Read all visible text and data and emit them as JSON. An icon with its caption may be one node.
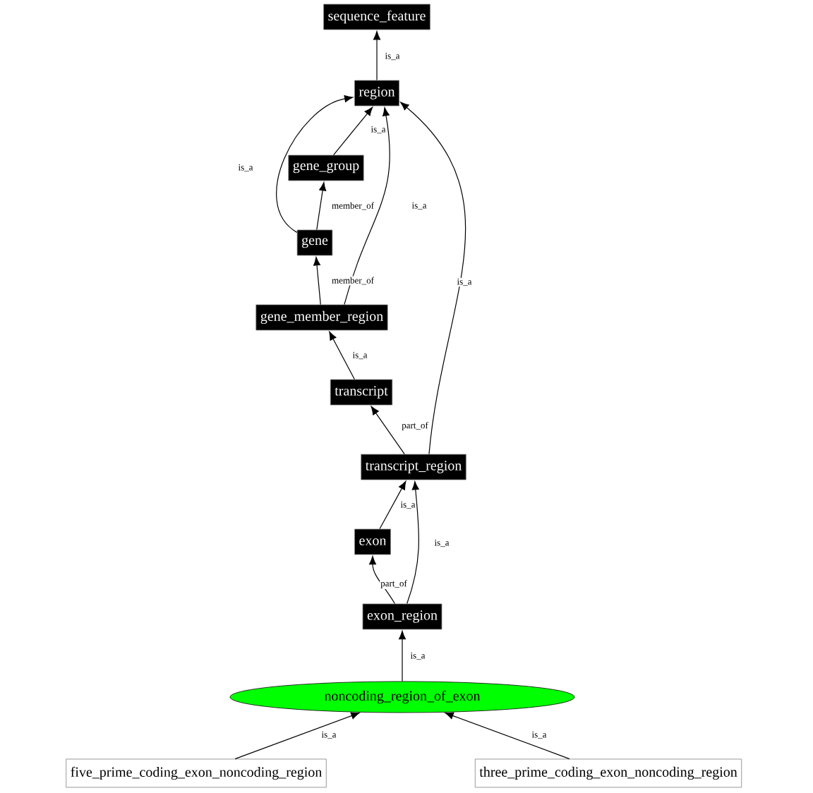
{
  "diagram": {
    "nodes": [
      {
        "text": [
          "sequence_feature"
        ]
      },
      {
        "text": [
          "region"
        ]
      },
      {
        "text": [
          "gene_group"
        ]
      },
      {
        "text": [
          "gene"
        ]
      },
      {
        "text": [
          "gene_member_region"
        ]
      },
      {
        "text": [
          "transcript"
        ]
      },
      {
        "text": [
          "transcript_region"
        ]
      },
      {
        "text": [
          "exon"
        ]
      },
      {
        "text": [
          "exon_region"
        ]
      },
      {
        "text": [
          "noncoding_region_of_exon"
        ]
      },
      {
        "text": [
          "five_prime_coding_exon_noncoding_region"
        ]
      },
      {
        "text": [
          "three_prime_coding_exon_noncoding_region"
        ]
      }
    ],
    "edges": [
      {
        "from": 1,
        "to": 0,
        "arrow": "to",
        "label": "is_a"
      },
      {
        "from": 2,
        "to": 1,
        "arrow": "to",
        "label": "is_a"
      },
      {
        "from": 3,
        "to": 1,
        "arrow": "to",
        "label": "is_a"
      },
      {
        "from": 3,
        "to": 2,
        "arrow": "to",
        "label": "member_of"
      },
      {
        "from": 4,
        "to": 3,
        "arrow": "to",
        "label": "member_of"
      },
      {
        "from": 4,
        "to": 1,
        "arrow": "to",
        "label": "is_a"
      },
      {
        "from": 5,
        "to": 4,
        "arrow": "to",
        "label": "is_a"
      },
      {
        "from": 6,
        "to": 5,
        "arrow": "to",
        "label": "part_of"
      },
      {
        "from": 6,
        "to": 1,
        "arrow": "to",
        "label": "is_a"
      },
      {
        "from": 7,
        "to": 6,
        "arrow": "to",
        "label": "is_a"
      },
      {
        "from": 8,
        "to": 7,
        "arrow": "to",
        "label": "part_of"
      },
      {
        "from": 8,
        "to": 6,
        "arrow": "to",
        "label": "is_a"
      },
      {
        "from": 9,
        "to": 8,
        "arrow": "to",
        "label": "is_a"
      },
      {
        "from": 10,
        "to": 9,
        "arrow": "to",
        "label": "is_a"
      },
      {
        "from": 11,
        "to": 9,
        "arrow": "to",
        "label": "is_a"
      }
    ]
  }
}
